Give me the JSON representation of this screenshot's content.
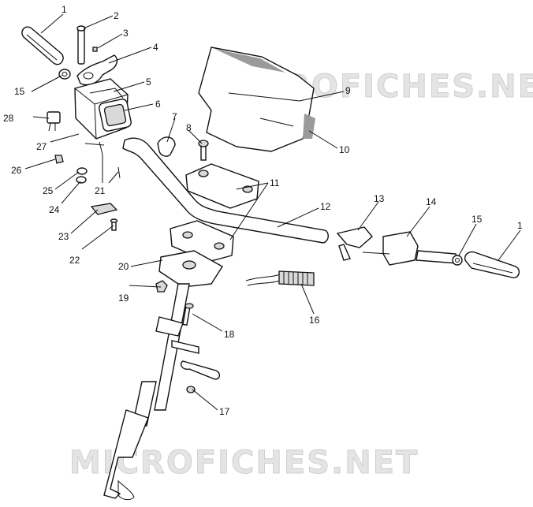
{
  "watermarks": [
    "MICROFICHES.NET",
    "MICROFICHES.NET"
  ],
  "callouts": [
    "1",
    "2",
    "3",
    "4",
    "5",
    "6",
    "7",
    "8",
    "9",
    "10",
    "11",
    "12",
    "13",
    "14",
    "15",
    "1",
    "15",
    "16",
    "17",
    "18",
    "19",
    "20",
    "21",
    "22",
    "23",
    "24",
    "25",
    "26",
    "27",
    "28"
  ]
}
